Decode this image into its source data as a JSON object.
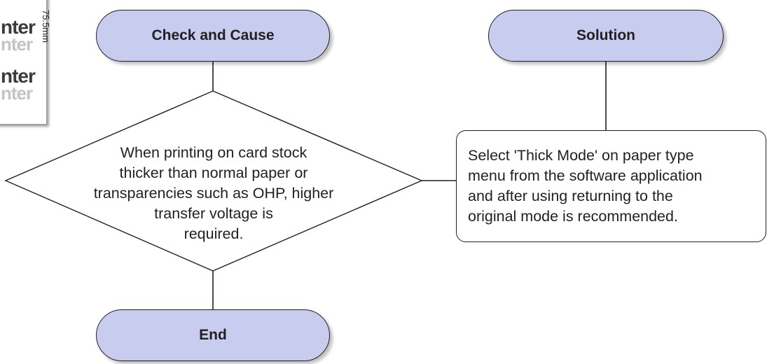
{
  "thumbnail": {
    "words": [
      "nter",
      "nter",
      "nter",
      "nter"
    ],
    "measurement": "75.5mm"
  },
  "flow": {
    "start_label": "Check and Cause",
    "solution_label": "Solution",
    "decision_text": "When printing on card stock\nthicker than normal paper or\ntransparencies such as OHP, higher\ntransfer voltage is\nrequired.",
    "solution_text": "Select 'Thick Mode' on paper type\nmenu from the software application\nand after using returning to the\noriginal mode is recommended.",
    "end_label": "End"
  },
  "colors": {
    "pill_fill": "#c8cdf0",
    "stroke": "#231f20"
  }
}
